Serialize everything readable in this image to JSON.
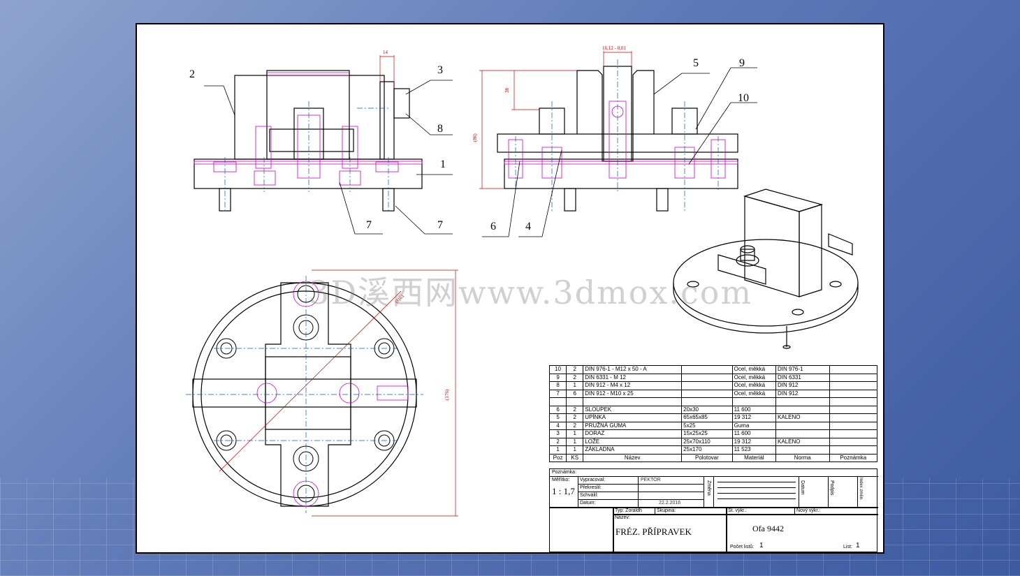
{
  "callouts": {
    "front": [
      "2",
      "3",
      "8",
      "1",
      "7",
      "7"
    ],
    "side": [
      "5",
      "9",
      "10",
      "6",
      "4"
    ]
  },
  "dimensions": {
    "top14": "14",
    "side_top": "16,12 - 0,01",
    "h38": "38",
    "h86": "(86)",
    "h176": "(176)",
    "dia": "Ø161"
  },
  "watermark": "3D溪西网www.3dmox.com",
  "bom": {
    "rows": [
      [
        "10",
        "2",
        "DIN 976-1 - M12 x 50 - A",
        "",
        "Ocel, měkká",
        "DIN 976-1",
        ""
      ],
      [
        "9",
        "2",
        "DIN 6331 - M 12",
        "",
        "Ocel, měkká",
        "DIN 6331",
        ""
      ],
      [
        "8",
        "1",
        "DIN 912 - M4 x 12",
        "",
        "Ocel, měkká",
        "DIN 912",
        ""
      ],
      [
        "7",
        "6",
        "DIN 912 - M10 x 25",
        "",
        "Ocel, měkká",
        "DIN 912",
        ""
      ],
      [
        "",
        "",
        "",
        "",
        "",
        "",
        ""
      ],
      [
        "6",
        "2",
        "SLOUPEK",
        "20x30",
        "11 600",
        "",
        ""
      ],
      [
        "5",
        "2",
        "UPÍNKA",
        "65x65x85",
        "19 312",
        "KALENO",
        ""
      ],
      [
        "4",
        "2",
        "PRUŽNÁ GUMA",
        "5x25",
        "Guma",
        "",
        ""
      ],
      [
        "3",
        "1",
        "DORAZ",
        "15x25x25",
        "11 600",
        "",
        ""
      ],
      [
        "2",
        "1",
        "LOŽE",
        "25x70x110",
        "19 312",
        "KALENO",
        ""
      ],
      [
        "1",
        "1",
        "ZÁKLADNA",
        "25x170",
        "11 523",
        "",
        ""
      ]
    ],
    "header": [
      "Poz",
      "KS",
      "Název",
      "Polotovar",
      "Materiál",
      "Norma",
      "Poznámka"
    ]
  },
  "title_block": {
    "poznamka": "Poznámka:",
    "meritko_label": "Měřítko:",
    "meritko": "1 : 1,7",
    "vypracoval_label": "Vypracoval:",
    "vypracoval": "PEKTOR",
    "prekreslil_label": "Překreslil:",
    "schvalil_label": "Schválil:",
    "datum_label": "Datum:",
    "datum": "22.2.2016",
    "zmena": "Změna",
    "datum_v": "Datum",
    "podpis_v": "Podpis",
    "index_v": "Index změn",
    "typ_label": "Typ: Zoraldh",
    "skupina_label": "Skupina:",
    "st_vykr_label": "St. výkr.:",
    "novy_vykr_label": "Nový výkr.:",
    "nazev_label": "Název:",
    "nazev": "FRÉZ. PŘÍPRAVEK",
    "cislo": "Ofa 9442",
    "pocet_listu_label": "Počet listů:",
    "pocet_listu": "1",
    "list_label": "List:",
    "list": "1"
  },
  "colors": {
    "line": "#000000",
    "hidden": "#cc00cc",
    "center": "#0055cc",
    "dim": "#cc0000"
  }
}
